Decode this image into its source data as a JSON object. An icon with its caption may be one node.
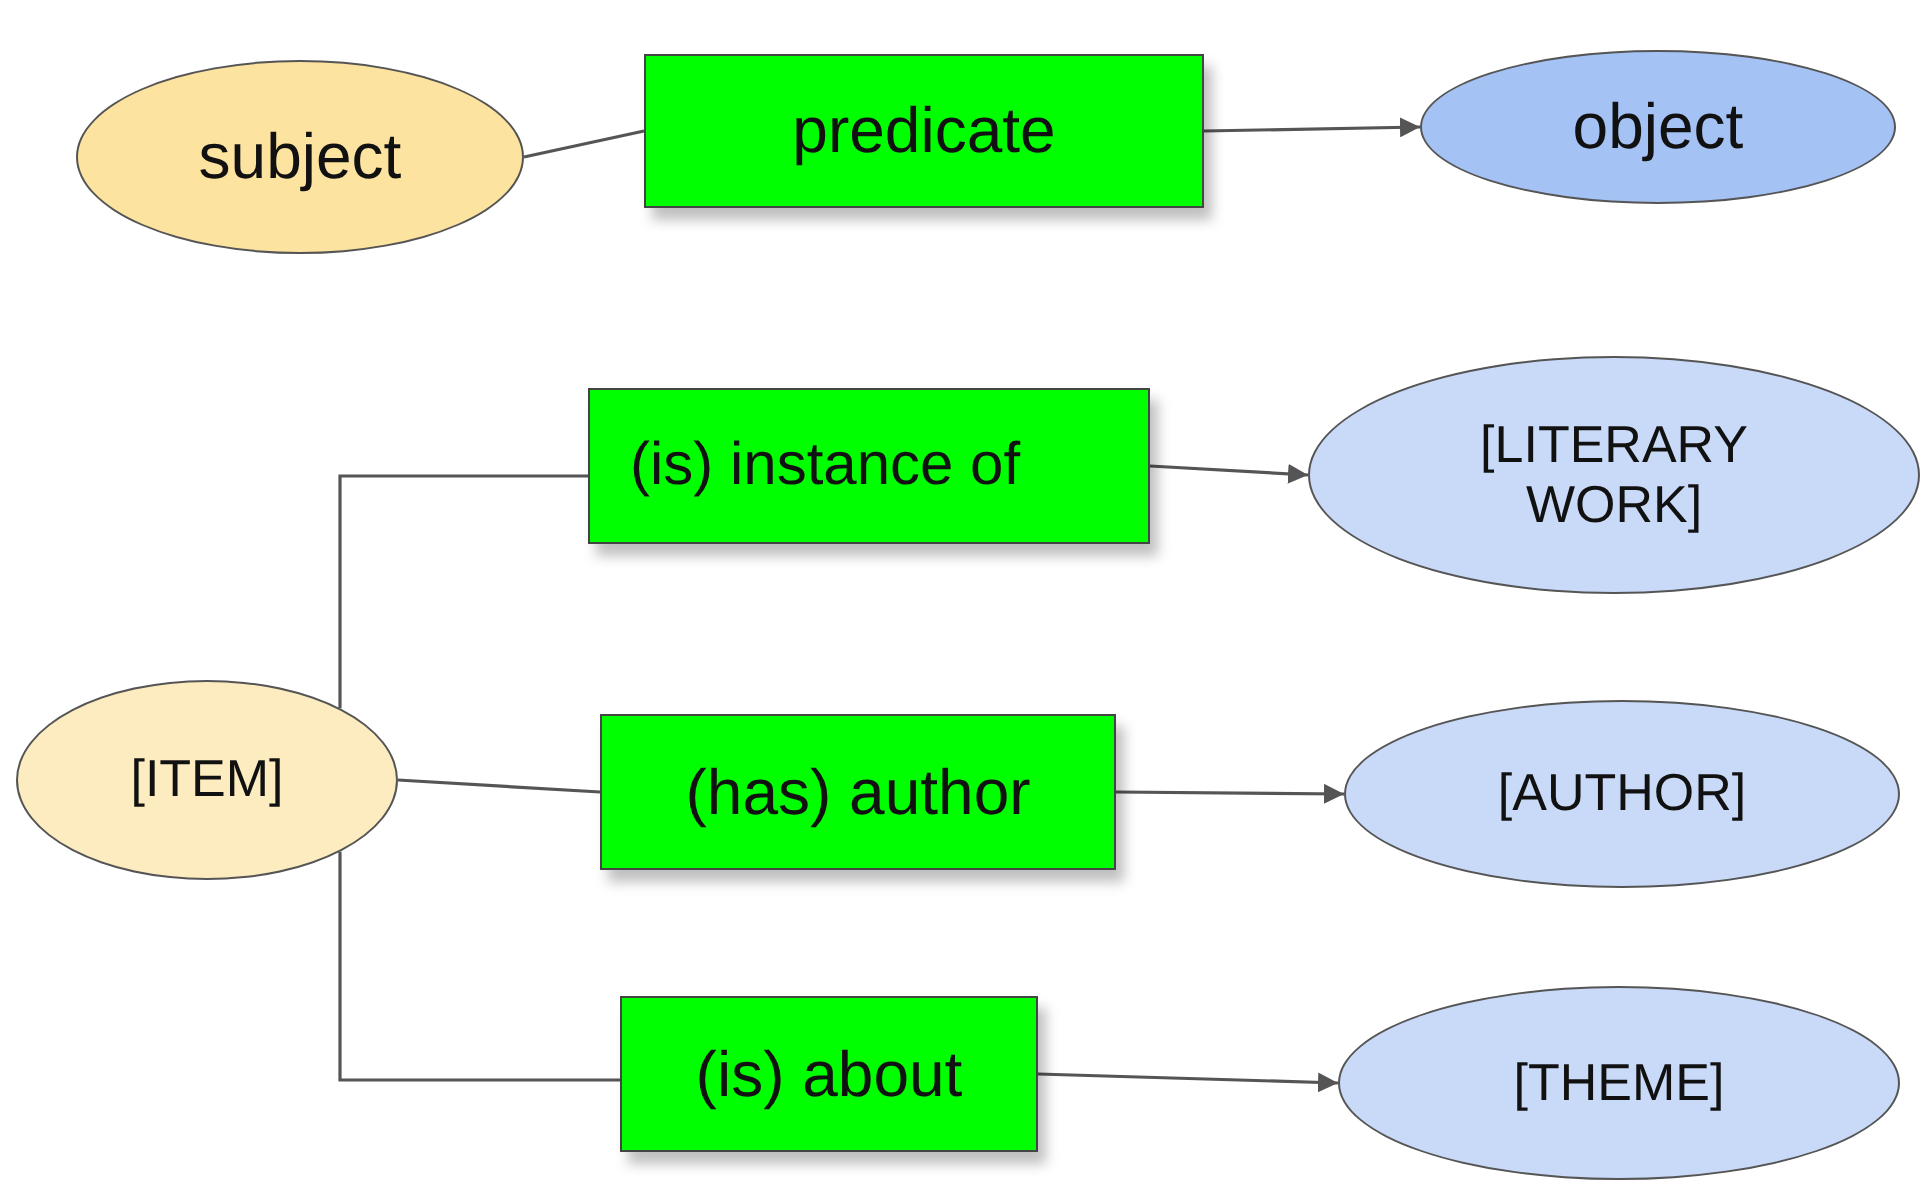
{
  "diagram": {
    "nodes": [
      {
        "text": [
          "subject"
        ]
      },
      {
        "text": [
          "predicate"
        ]
      },
      {
        "text": [
          "object"
        ]
      },
      {
        "text": [
          "[ITEM]"
        ]
      },
      {
        "text": [
          "(is) instance of"
        ]
      },
      {
        "text": [
          "[LITERARY WORK]"
        ]
      },
      {
        "text": [
          "(has) author"
        ]
      },
      {
        "text": [
          "[AUTHOR]"
        ]
      },
      {
        "text": [
          "(is) about"
        ]
      },
      {
        "text": [
          "[THEME]"
        ]
      }
    ],
    "edges": [
      {
        "from": 0,
        "to": 1,
        "arrow": "none"
      },
      {
        "from": 1,
        "to": 2,
        "arrow": "to"
      },
      {
        "from": 3,
        "to": 4,
        "arrow": "none"
      },
      {
        "from": 4,
        "to": 5,
        "arrow": "to"
      },
      {
        "from": 3,
        "to": 6,
        "arrow": "none"
      },
      {
        "from": 6,
        "to": 7,
        "arrow": "to"
      },
      {
        "from": 3,
        "to": 8,
        "arrow": "none"
      },
      {
        "from": 8,
        "to": 9,
        "arrow": "to"
      }
    ]
  }
}
